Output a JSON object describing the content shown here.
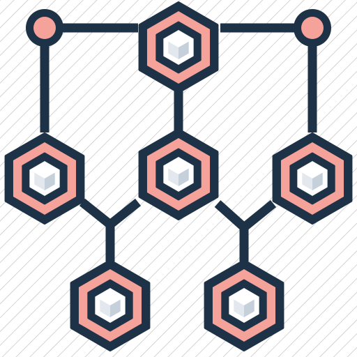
{
  "icon": {
    "name": "molecular-network-icon",
    "colors": {
      "stroke": "#1e3247",
      "hex_fill": "#f4a29a",
      "ring_fill": "#f29a92",
      "cube_top": "#ffffff",
      "cube_left": "#e2e8ee",
      "cube_right": "#c6d0da",
      "hatch": "#bdbdbd"
    },
    "hex_nodes": [
      {
        "id": "top"
      },
      {
        "id": "middle-left"
      },
      {
        "id": "center"
      },
      {
        "id": "middle-right"
      },
      {
        "id": "bottom-left"
      },
      {
        "id": "bottom-right"
      }
    ],
    "dot_nodes": [
      {
        "id": "top-left"
      },
      {
        "id": "top-right"
      }
    ]
  }
}
